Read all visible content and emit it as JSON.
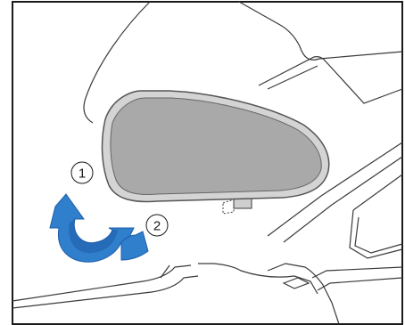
{
  "callouts": [
    {
      "id": "1",
      "text": "1"
    },
    {
      "id": "2",
      "text": "2"
    }
  ],
  "colors": {
    "frame": "#1a1a1a",
    "line": "#3a3a3a",
    "mirror_face": "#a9a9a9",
    "mirror_rim": "#d4d4d4",
    "arrow_fill": "#2f7fcc",
    "arrow_shade": "#1f5ea8"
  },
  "icons": {
    "rotate_arrow": "curved-rotate-arrow-icon"
  }
}
